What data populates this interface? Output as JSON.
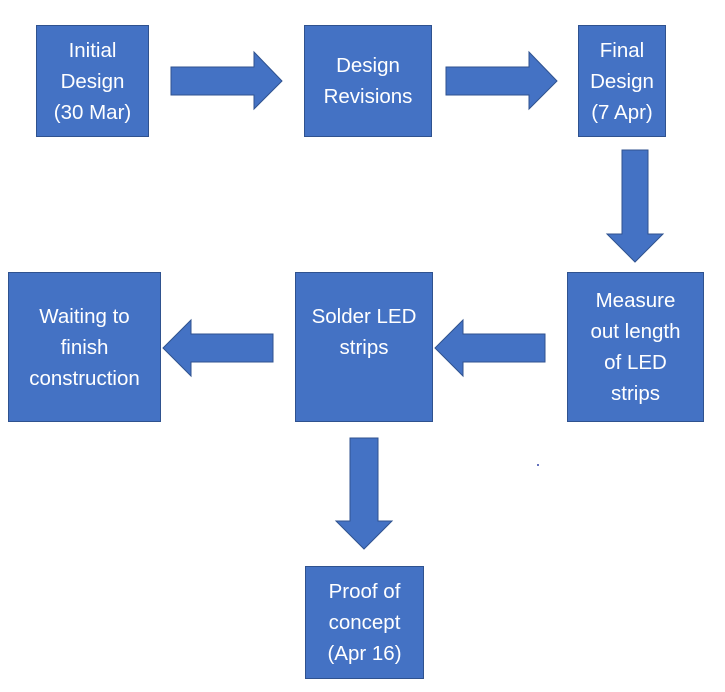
{
  "colors": {
    "fill": "#4472C4",
    "stroke": "#2F528F"
  },
  "steps": [
    {
      "id": "initial",
      "label": "Initial\nDesign\n(30 Mar)"
    },
    {
      "id": "revisions",
      "label": "Design\nRevisions"
    },
    {
      "id": "final",
      "label": "Final\nDesign\n(7 Apr)"
    },
    {
      "id": "measure",
      "label": "Measure\nout length\nof LED\nstrips"
    },
    {
      "id": "solder",
      "label": "Solder LED\nstrips"
    },
    {
      "id": "waiting",
      "label": "Waiting to\nfinish\nconstruction"
    },
    {
      "id": "proof",
      "label": "Proof of\nconcept\n(Apr 16)"
    }
  ]
}
